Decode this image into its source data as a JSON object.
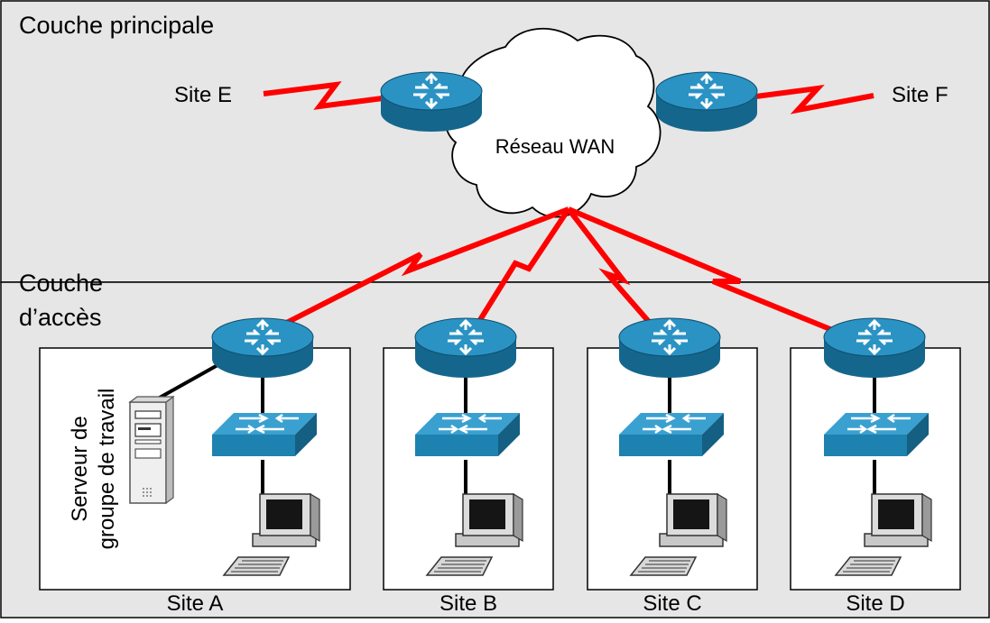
{
  "layers": {
    "core": "Couche principale",
    "access_line1": "Couche",
    "access_line2": "d’accès"
  },
  "cloud_label": "Réseau WAN",
  "remote_sites": {
    "left": "Site E",
    "right": "Site F"
  },
  "server_label": {
    "line1": "Serveur de",
    "line2": "groupe de travail"
  },
  "sites": [
    {
      "label": "Site A"
    },
    {
      "label": "Site B"
    },
    {
      "label": "Site C"
    },
    {
      "label": "Site D"
    }
  ],
  "colors": {
    "background": "#e6e6e6",
    "router": "#1d82b0",
    "router_top": "#3a9dcc",
    "switch": "#1d82b0",
    "wan_link": "#ff0000",
    "lan_link": "#000000"
  },
  "icons": [
    "router-icon",
    "switch-icon",
    "workstation-icon",
    "server-icon",
    "cloud-icon",
    "wan-lightning-link"
  ]
}
